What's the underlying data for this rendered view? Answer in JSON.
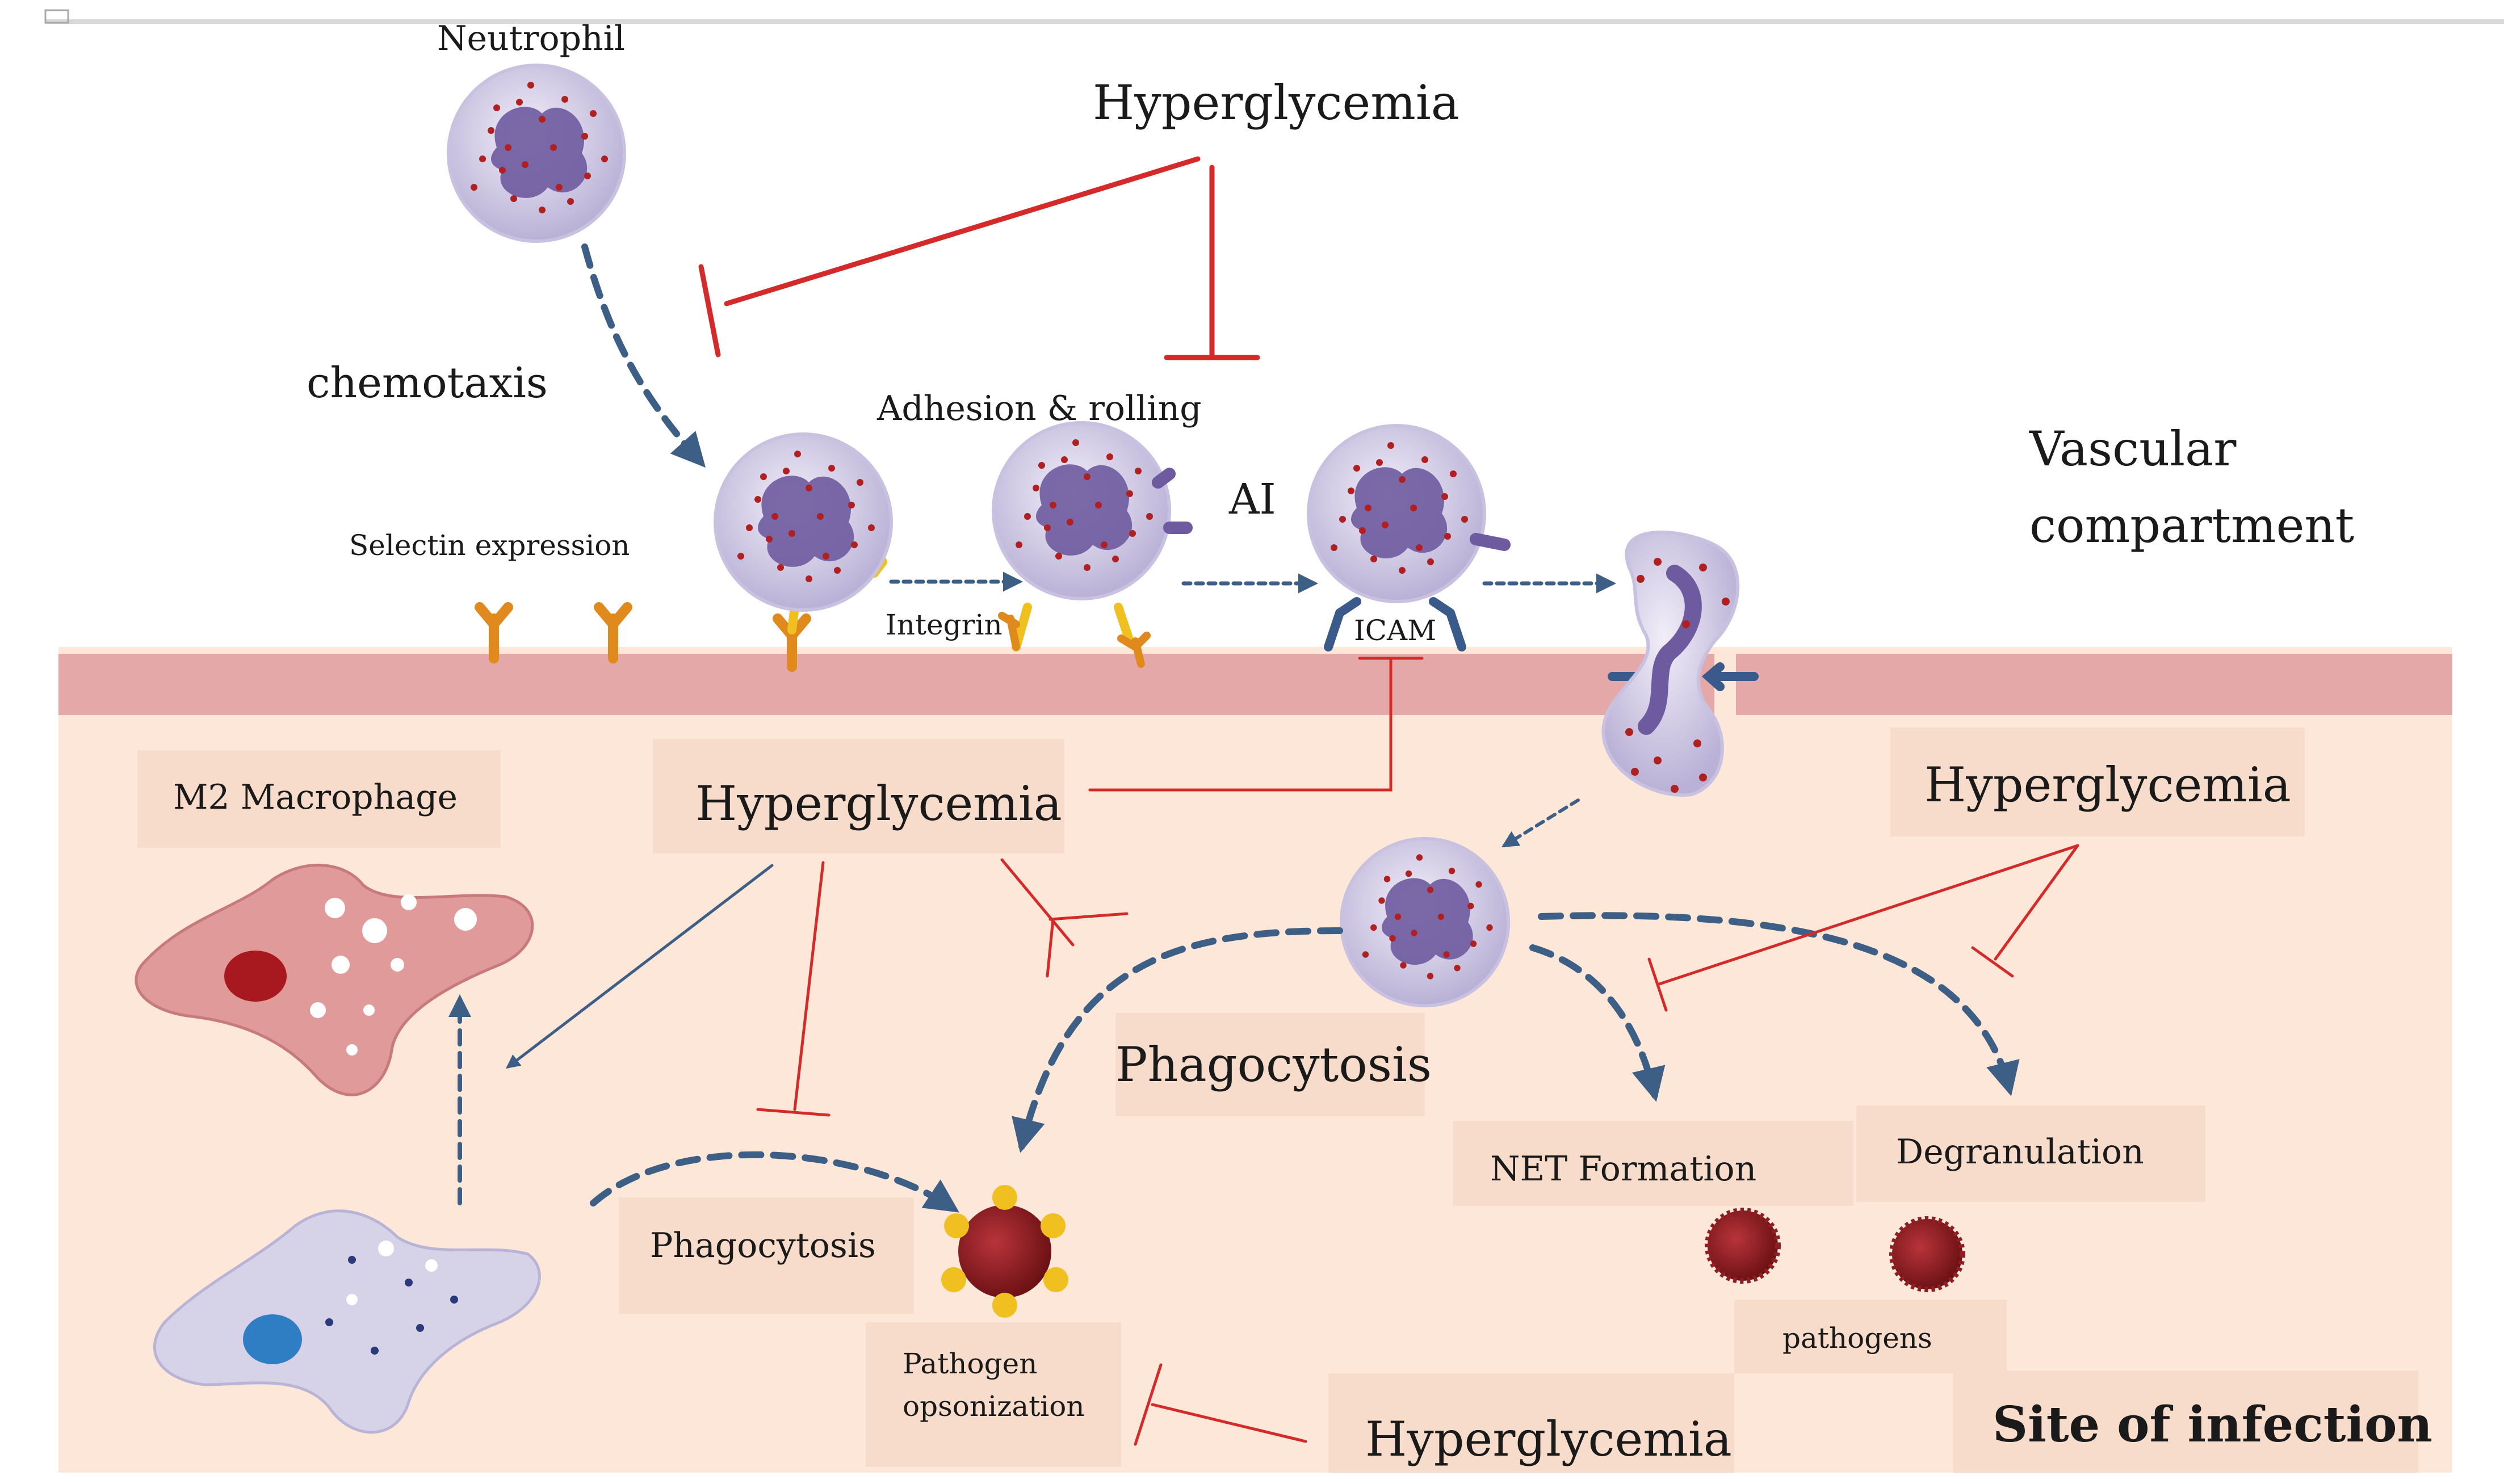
{
  "labels": {
    "neutrophil": "Neutrophil",
    "hyperglycemia_top": "Hyperglycemia",
    "chemotaxis": "chemotaxis",
    "adhesion_rolling": "Adhesion & rolling",
    "ai": "AI",
    "vascular_line1": "Vascular",
    "vascular_line2": "compartment",
    "selectin_expression": "Selectin expression",
    "integrin": "Integrin",
    "icam": "ICAM",
    "m2_macrophage": "M2 Macrophage",
    "hyperglycemia_center": "Hyperglycemia",
    "hyperglycemia_right": "Hyperglycemia",
    "phagocytosis_center": "Phagocytosis",
    "net_formation": "NET Formation",
    "degranulation": "Degranulation",
    "phagocytosis_left": "Phagocytosis",
    "pathogen_line1": "Pathogen",
    "pathogen_line2": "opsonization",
    "pathogens": "pathogens",
    "hyperglycemia_bottom": "Hyperglycemia",
    "site_of_infection": "Site of infection"
  },
  "colors": {
    "tissue": "#fce7d8",
    "label_box": "#f8dccb",
    "endothelium": "#e4a8a8",
    "inhibit_red": "#d42a2a",
    "flow_blue": "#3d5f85",
    "selectin_orange": "#e08a1e",
    "integrin_yellow": "#f0c020",
    "icam_blue": "#3a5a8c",
    "cell_fill": "#d9d4ea",
    "nucleus": "#6e5a9e",
    "granule": "#b02020",
    "m2_macrophage": "#e09a9a",
    "m1_macrophage": "#d6d3e8",
    "pathogen": "#8e1e22"
  }
}
